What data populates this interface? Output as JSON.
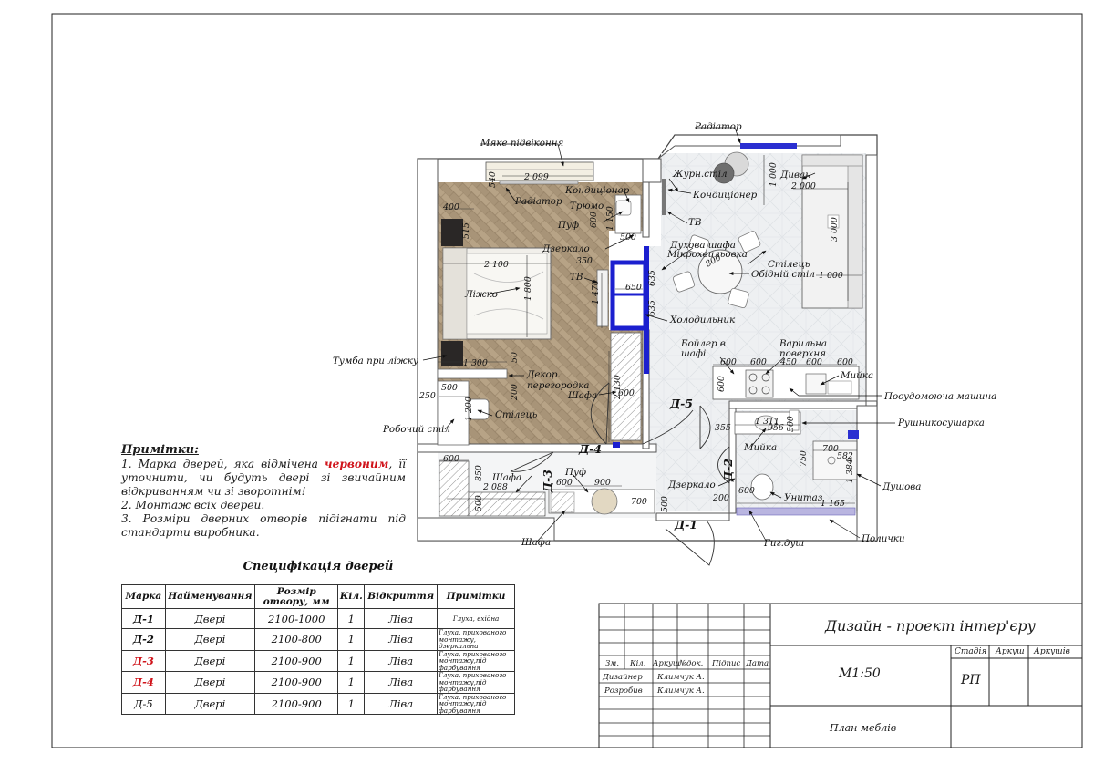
{
  "plan_labels": {
    "radiator_top": "Радіатор",
    "soft_sill": "Мяке підвіконня",
    "radiator_bed": "Радіатор",
    "ac_bed": "Кондиціонер",
    "trumo": "Трюмо",
    "puf_bed": "Пуф",
    "mirror_bed": "Дзеркало",
    "tv_bed": "ТВ",
    "bed": "Ліжко",
    "nightstand": "Тумба при ліжку",
    "decor_partition": "Декор.\nперегородка",
    "wardrobe_bed": "Шафа",
    "chair_desk": "Стілець",
    "desk": "Робочий стіл",
    "coffee_table": "Журн.стіл",
    "ac_living": "Кондиціонер",
    "sofa": "Диван",
    "tv_living": "ТВ",
    "oven": "Духова шафа\nМікрохвильовка",
    "chair_dining": "Стілець",
    "dining_table": "Обідній стіл",
    "fridge": "Холодильник",
    "boiler": "Бойлер в\nшафі",
    "hob": "Варильна\nповерхня",
    "sink_kitchen": "Мийка",
    "dishwasher": "Посудомоюча машина",
    "towel_dryer": "Рушникосушарка",
    "sink_bath": "Мийка",
    "shower": "Душова",
    "toilet": "Унитаз",
    "mirror_bath": "Дзеркало",
    "hyg_shower": "Гиг.душ",
    "shelves": "Полички",
    "wardrobe_hall": "Шафа",
    "wardrobe_hall2": "Шафа",
    "puf_hall": "Пуф",
    "door_d1": "Д-1",
    "door_d2": "Д-2",
    "door_d3": "Д-3",
    "door_d4": "Д-4",
    "door_d5": "Д-5"
  },
  "dimensions": {
    "sill_w": "2 099",
    "sill_h": "540",
    "nightstand_top": "400",
    "nightstand_h": "515",
    "bed_w": "2 100",
    "bed_l": "1 800",
    "tv_bed_h": "350",
    "tv_bed_w": "1 470",
    "trumo_w": "600",
    "trumo_h": "1 150",
    "trumo_d": "500",
    "partition_w": "1 300",
    "partition_h": "200",
    "partition_d": "50",
    "desk_w": "500",
    "desk_h": "1 200",
    "desk_off": "250",
    "wardrobe_bed_l": "2 130",
    "wardrobe_bed_d": "600",
    "sofa_d": "1 000",
    "sofa_w": "2 000",
    "sofa_l": "3 000",
    "sofa_b": "1 000",
    "dining_d": "800",
    "oven_w": "650",
    "oven_d": "635",
    "fridge_d": "635",
    "k1": "600",
    "k2": "600",
    "k3": "450",
    "k4": "600",
    "k5": "600",
    "k_depth": "600",
    "bath_w": "1 311",
    "bath_s": "956",
    "bath_l": "355",
    "bath_r": "500",
    "shower_w": "700",
    "shower_d": "582",
    "shower_l": "1 384",
    "shower_g": "750",
    "toilet_w": "600",
    "toilet_g": "200",
    "bath_bottom": "1 165",
    "hall_top": "600",
    "hall_v": "850",
    "hall_len": "2 088",
    "hall_d": "500",
    "hall2_w": "600",
    "puf_w": "900",
    "hall2_r": "700",
    "hall2_d": "500"
  },
  "notes": {
    "title": "Примітки:",
    "line1_before": "1. Марка дверей, яка відмічена ",
    "line1_red": "червоним",
    "line1_after": ", її уточнити, чи будуть двері зі звичайним відкриванням чи зі зворотнім!",
    "line2": "2. Монтаж всіх дверей.",
    "line3": "3. Розміри дверних отворів підігнати під стандарти виробника."
  },
  "door_spec": {
    "title": "Специфікація дверей",
    "columns": [
      "Марка",
      "Найменування",
      "Розмір отвору, мм",
      "Кіл.",
      "Відкриття",
      "Примітки"
    ],
    "rows": [
      {
        "mark": "Д-1",
        "name": "Двері",
        "size": "2100-1000",
        "qty": "1",
        "open": "Ліва",
        "note": "Глуха, вхідна",
        "style": "bold"
      },
      {
        "mark": "Д-2",
        "name": "Двері",
        "size": "2100-800",
        "qty": "1",
        "open": "Ліва",
        "note": "Глуха, прихованого монтажу, дзеркальна",
        "style": "bold"
      },
      {
        "mark": "Д-3",
        "name": "Двері",
        "size": "2100-900",
        "qty": "1",
        "open": "Ліва",
        "note": "Глуха, прихованого монтажу,під фарбування",
        "style": "red"
      },
      {
        "mark": "Д-4",
        "name": "Двері",
        "size": "2100-900",
        "qty": "1",
        "open": "Ліва",
        "note": "Глуха, прихованого монтажу,під фарбування",
        "style": "red"
      },
      {
        "mark": "Д-5",
        "name": "Двері",
        "size": "2100-900",
        "qty": "1",
        "open": "Ліва",
        "note": "Глуха, прихованого монтажу,під фарбування",
        "style": "plain"
      }
    ]
  },
  "title_block": {
    "project": "Дизайн - проект інтер'єру",
    "scale": "М1:50",
    "stage_label": "Стадія",
    "sheet_label": "Аркуш",
    "sheets_label": "Аркушів",
    "stage": "РП",
    "sheet_name": "План меблів",
    "col_zm": "Зм.",
    "col_kil": "Кіл.",
    "col_arkush": "Аркуш",
    "col_ndok": "№док.",
    "col_pidpys": "Підпис",
    "col_data": "Дата",
    "designer_role": "Дизайнер",
    "designer_name": "Климчук А.",
    "developer_role": "Розробив",
    "developer_name": "Климчук А."
  }
}
